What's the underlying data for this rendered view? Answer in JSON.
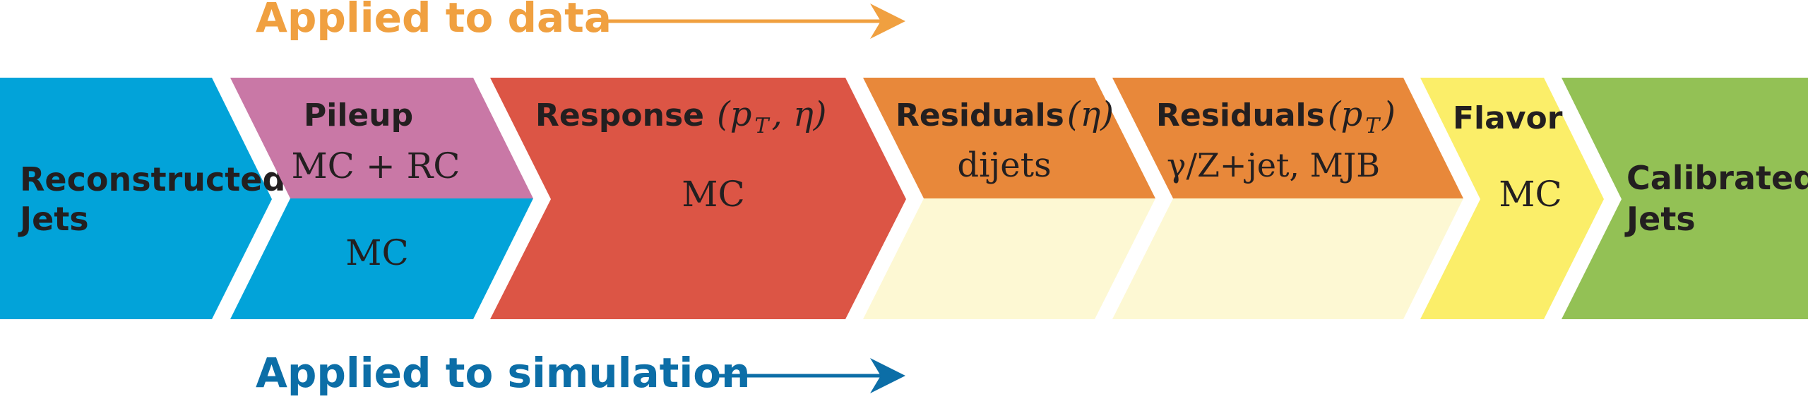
{
  "flow_labels": {
    "data": "Applied to data",
    "simulation": "Applied to simulation"
  },
  "stages": {
    "reconstructed": {
      "line1": "Reconstructed",
      "line2": "Jets"
    },
    "pileup": {
      "title": "Pileup",
      "data_sub": "MC + RC",
      "sim_sub": "MC"
    },
    "response": {
      "title": "Response",
      "args": "(p",
      "args_sub": "T",
      "args_rest": ", η)",
      "sub": "MC"
    },
    "residuals_eta": {
      "title": "Residuals",
      "args": "(η)",
      "sub": "dijets"
    },
    "residuals_pt": {
      "title": "Residuals",
      "args": "(p",
      "args_sub": "T",
      "args_rest": ")",
      "sub": "γ/Z+jet, MJB"
    },
    "flavor": {
      "title": "Flavor",
      "sub": "MC"
    },
    "calibrated": {
      "line1": "Calibrated",
      "line2": "Jets"
    }
  },
  "colors": {
    "reconstructed_blue": "#02a3d9",
    "pileup_pink": "#c978a6",
    "response_red": "#dc5545",
    "residuals_orange": "#e8883a",
    "residuals_light": "#fdf8d3",
    "flavor_yellow": "#fbee69",
    "calibrated_green": "#93c155",
    "data_arrow_orange": "#f0a040",
    "sim_arrow_blue": "#0c6ea7",
    "text_dark": "#231f20"
  }
}
